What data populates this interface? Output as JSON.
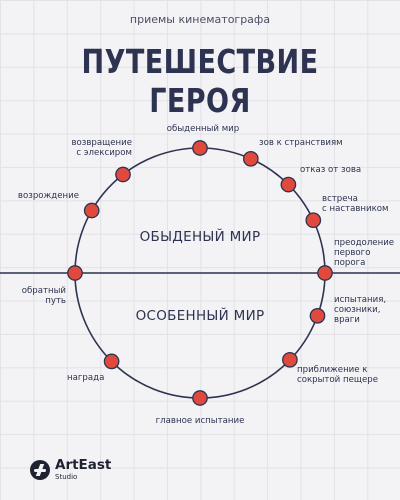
{
  "header": {
    "subtitle": "приемы кинематографа",
    "title": "ПУТЕШЕСТВИЕ ГЕРОЯ"
  },
  "worlds": {
    "upper": "ОБЫДЕНЫЙ МИР",
    "lower": "ОСОБЕННЫЙ МИР"
  },
  "stages": [
    {
      "id": "ordinary-world",
      "lines": [
        "обыденный мир"
      ]
    },
    {
      "id": "call-to-adventure",
      "lines": [
        "зов к странствиям"
      ]
    },
    {
      "id": "refusal",
      "lines": [
        "отказ от зова"
      ]
    },
    {
      "id": "meeting-mentor",
      "lines": [
        "встреча",
        "с наставником"
      ]
    },
    {
      "id": "crossing-threshold",
      "lines": [
        "преодоление",
        "первого",
        "порога"
      ]
    },
    {
      "id": "tests-allies-enemies",
      "lines": [
        "испытания,",
        "союзники,",
        "враги"
      ]
    },
    {
      "id": "approach-cave",
      "lines": [
        "приближение к",
        "сокрытой пещере"
      ]
    },
    {
      "id": "ordeal",
      "lines": [
        "главное испытание"
      ]
    },
    {
      "id": "reward",
      "lines": [
        "награда"
      ]
    },
    {
      "id": "road-back",
      "lines": [
        "обратный",
        "путь"
      ]
    },
    {
      "id": "resurrection",
      "lines": [
        "возрождение"
      ]
    },
    {
      "id": "return-elixir",
      "lines": [
        "возвращение",
        "с элексиром"
      ]
    }
  ],
  "logo": {
    "name": "ArtEast",
    "sub": "Studio"
  },
  "colors": {
    "line": "#2d3350",
    "dot": "#e04a3c",
    "background": "#f3f3f5"
  }
}
